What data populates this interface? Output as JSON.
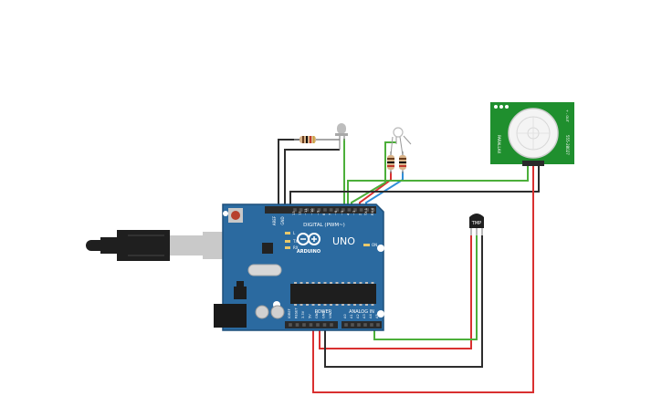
{
  "colors": {
    "board": "#2b6aa0",
    "board_edge": "#1d4f7a",
    "header": "#2a2a2a",
    "wire_green": "#4caf3a",
    "wire_red": "#d93030",
    "wire_black": "#2d2d2d",
    "wire_blue": "#2f8ed8",
    "pir_board": "#1f8f2e",
    "pir_dome": "#e9e9e9",
    "usb_body": "#1f1f1f",
    "usb_metal": "#c9c9c9"
  },
  "arduino": {
    "model_label": "UNO",
    "brand_label": "ARDUINO",
    "digital_label": "DIGITAL (PWM~)",
    "power_label": "POWER",
    "analog_label": "ANALOG IN",
    "aref_label": "AREF",
    "gnd_label": "GND",
    "on_label": "ON",
    "l_label": "L",
    "tx_label": "TX",
    "rx_label": "RX",
    "digital_pins": [
      "13",
      "12",
      "~11",
      "~10",
      "~9",
      "8",
      "7",
      "~6",
      "~5",
      "4",
      "~3",
      "2",
      "TX 1",
      "RX 0"
    ],
    "power_pins": [
      "IOREF",
      "RESET",
      "3.3V",
      "5V",
      "GND",
      "GND",
      "VIN"
    ],
    "analog_pins": [
      "A0",
      "A1",
      "A2",
      "A3",
      "A4",
      "A5"
    ]
  },
  "tmp_sensor": {
    "label": "TMP"
  },
  "pir_sensor": {
    "left_text": "PARALLAX",
    "right_text": "555-28027",
    "pin_text": "+ - OUT"
  },
  "icons": {
    "usb": "usb-plug-icon",
    "reset": "reset-button-icon",
    "led": "led-icon",
    "rgb_led": "rgb-led-icon",
    "resistor": "resistor-icon",
    "pir": "pir-sensor-icon",
    "tmp": "temperature-sensor-icon"
  }
}
